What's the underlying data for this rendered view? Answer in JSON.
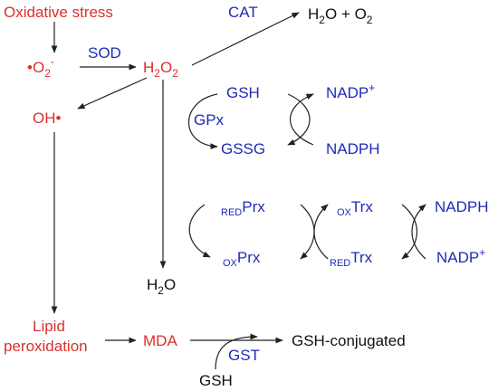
{
  "colors": {
    "red": "#d9312b",
    "blue": "#1f2bb8",
    "black": "#111111"
  },
  "labels": {
    "oxidative_stress": "Oxidative stress",
    "superoxide": "•O",
    "superoxide_sub": "2",
    "superoxide_sup": "-",
    "sod": "SOD",
    "h2o2_h": "H",
    "h2o2_sub1": "2",
    "h2o2_o": "O",
    "h2o2_sub2": "2",
    "cat": "CAT",
    "h2o_o2_a": "H",
    "h2o_o2_sub1": "2",
    "h2o_o2_b": "O + O",
    "h2o_o2_sub2": "2",
    "hydroxyl": "OH•",
    "gsh": "GSH",
    "gpx": "GPx",
    "gssg": "GSSG",
    "nadp_plus_1": "NADP",
    "nadp_plus_1_sup": "+",
    "nadph_1": "NADPH",
    "red_prx_pre": "RED",
    "red_prx": "Prx",
    "ox_prx_pre": "OX",
    "ox_prx": "Prx",
    "ox_trx_pre": "OX",
    "ox_trx": "Trx",
    "red_trx_pre": "RED",
    "red_trx": "Trx",
    "nadph_2": "NADPH",
    "nadp_plus_2": "NADP",
    "nadp_plus_2_sup": "+",
    "h2o_h": "H",
    "h2o_sub": "2",
    "h2o_o": "O",
    "lipid_line1": "Lipid",
    "lipid_line2": "peroxidation",
    "mda": "MDA",
    "gst": "GST",
    "gsh_conjugated": "GSH-conjugated",
    "gsh_bottom": "GSH"
  }
}
